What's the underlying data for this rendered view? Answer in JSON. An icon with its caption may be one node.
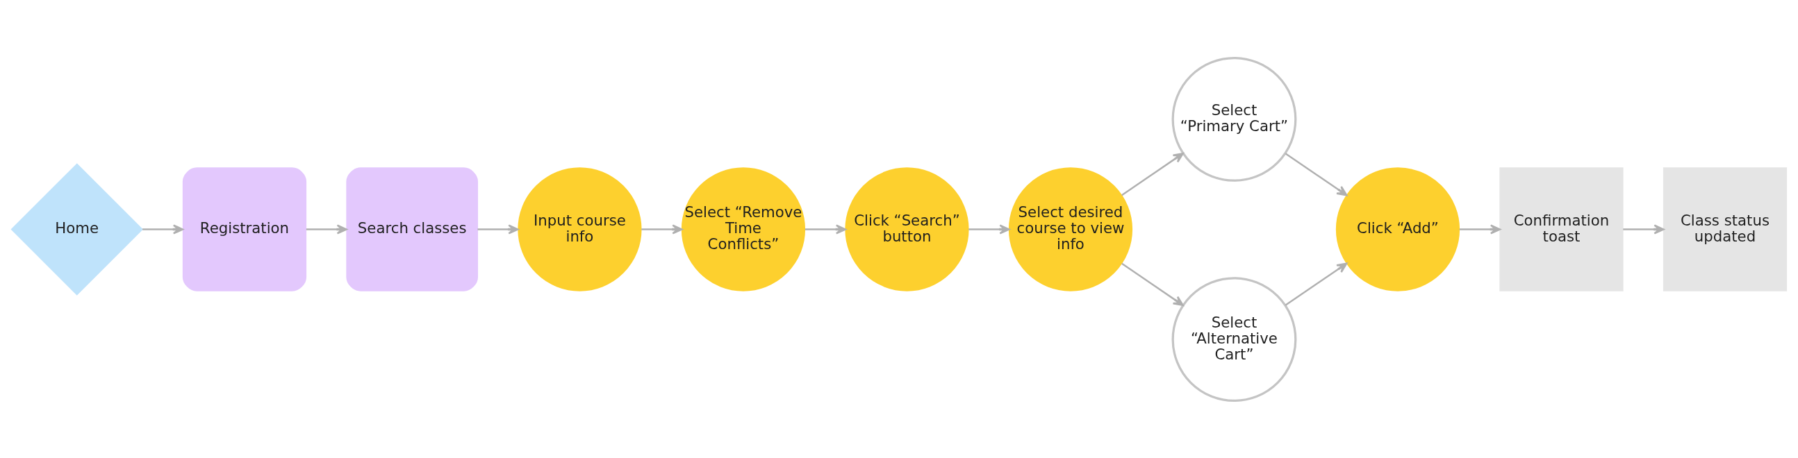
{
  "diagram": {
    "nodes": [
      {
        "text": [
          "Home"
        ]
      },
      {
        "text": [
          "Registration"
        ]
      },
      {
        "text": [
          "Search classes"
        ]
      },
      {
        "text": [
          "Input course info"
        ]
      },
      {
        "text": [
          "Select “Remove Time Conflicts”"
        ]
      },
      {
        "text": [
          "Click “Search” button"
        ]
      },
      {
        "text": [
          "Select desired course to view info"
        ]
      },
      {
        "text": [
          "Select “Primary Cart”"
        ]
      },
      {
        "text": [
          "Select “Alternative Cart”"
        ]
      },
      {
        "text": [
          "Click “Add”"
        ]
      },
      {
        "text": [
          "Confirmation toast"
        ]
      },
      {
        "text": [
          "Class status updated"
        ]
      }
    ],
    "edges": [
      {
        "from": 0,
        "to": 1,
        "arrow": "to"
      },
      {
        "from": 1,
        "to": 2,
        "arrow": "to"
      },
      {
        "from": 2,
        "to": 3,
        "arrow": "to"
      },
      {
        "from": 3,
        "to": 4,
        "arrow": "to"
      },
      {
        "from": 4,
        "to": 5,
        "arrow": "to"
      },
      {
        "from": 5,
        "to": 6,
        "arrow": "to"
      },
      {
        "from": 6,
        "to": 7,
        "arrow": "to"
      },
      {
        "from": 6,
        "to": 8,
        "arrow": "to"
      },
      {
        "from": 7,
        "to": 9,
        "arrow": "to"
      },
      {
        "from": 8,
        "to": 9,
        "arrow": "to"
      },
      {
        "from": 9,
        "to": 10,
        "arrow": "to"
      },
      {
        "from": 10,
        "to": 11,
        "arrow": "to"
      }
    ]
  }
}
